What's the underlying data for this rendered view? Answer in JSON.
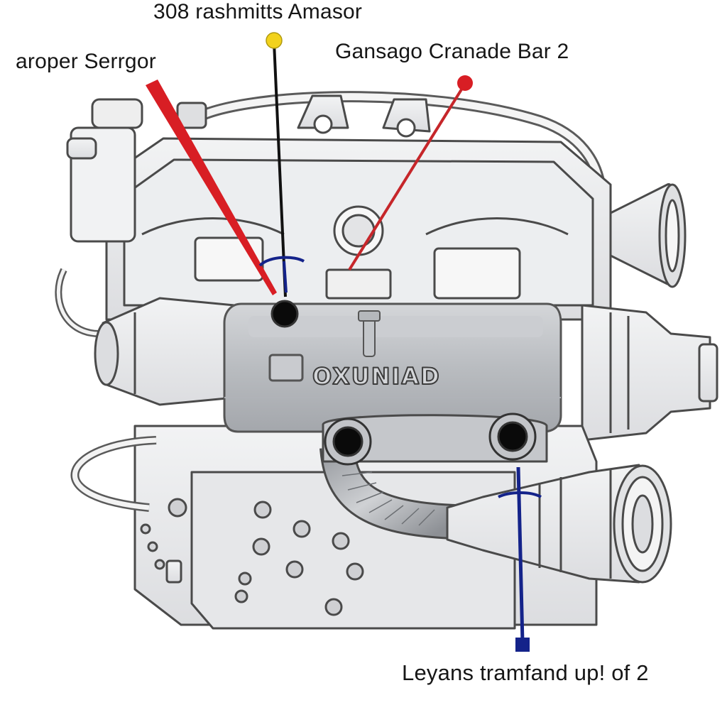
{
  "labels": {
    "top_center": "308 rashmitts Amasor",
    "top_left": "aroper Serrgor",
    "top_right": "Gansago Cranade Bar 2",
    "bottom": "Leyans tramfand up! of 2"
  },
  "engine": {
    "valve_cover_text": "OXUNIAD"
  },
  "colors": {
    "background": "#ffffff",
    "engine_stroke": "#4a4a4a",
    "engine_fill": "#e9eaec",
    "cover_fill": "#bdbfc3",
    "red_pointer": "#d81e24",
    "black_pointer": "#111111",
    "blue_pointer": "#14238a",
    "yellow_dot": "#f2d21c"
  },
  "icons": {
    "pointer_head": "dot",
    "port": "black-circle"
  }
}
